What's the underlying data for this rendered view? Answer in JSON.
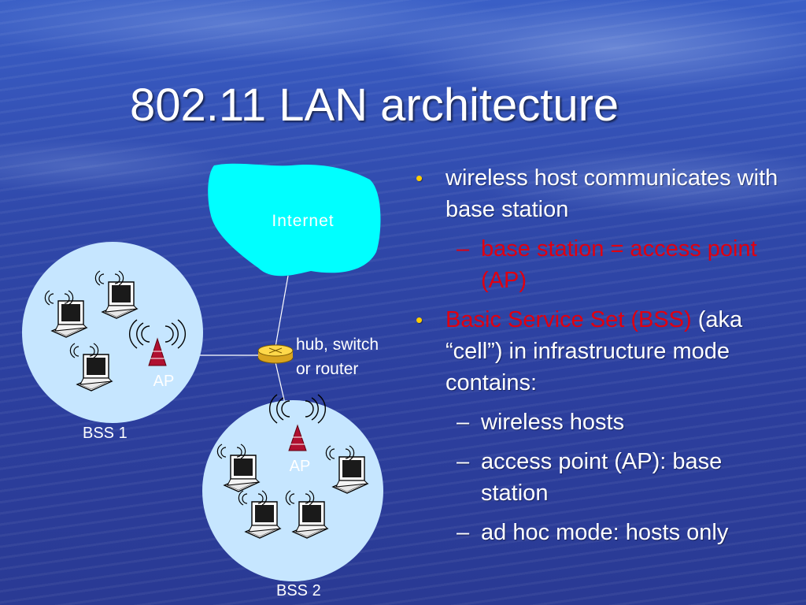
{
  "slide": {
    "title": "802.11 LAN architecture"
  },
  "diagram": {
    "internet_label": "Internet",
    "router_label_line1": "hub, switch",
    "router_label_line2": "or router",
    "bss1_label": "BSS 1",
    "bss2_label": "BSS 2",
    "ap1_label": "AP",
    "ap2_label": "AP",
    "colors": {
      "cloud": "#00ffff",
      "bss_circle": "#c6e6ff",
      "ap_label": "#ffffff",
      "router": "#ffcc33",
      "antenna": "#b01030"
    }
  },
  "bullets": [
    {
      "level": 1,
      "text": "wireless host communicates with base station",
      "children": [
        {
          "text": "base station = access point (AP)",
          "color": "red"
        }
      ]
    },
    {
      "level": 1,
      "text_red": "Basic Service Set (BSS)",
      "text": " (aka “cell”) in infrastructure mode contains:",
      "children": [
        {
          "text": "wireless hosts"
        },
        {
          "text": "access point (AP): base station"
        },
        {
          "text": "ad hoc mode: hosts only"
        }
      ]
    }
  ],
  "icons": {
    "bullet": "•",
    "dash": "–"
  }
}
